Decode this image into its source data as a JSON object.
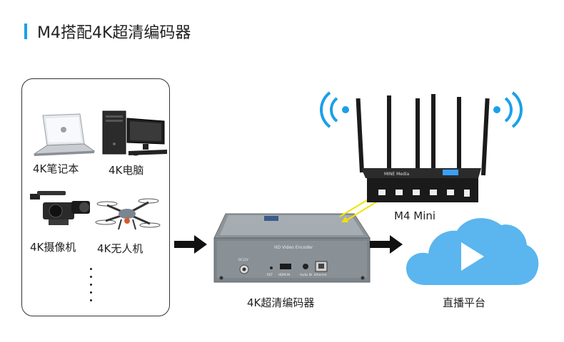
{
  "title": "M4搭配4K超清编码器",
  "sources": {
    "laptop": "4K笔记本",
    "desktop": "4K电脑",
    "camera": "4K摄像机",
    "drone": "4K无人机"
  },
  "router": {
    "label": "M4 Mini",
    "brand": "MINE Media"
  },
  "encoder": {
    "label": "4K超清编码器",
    "panel_title": "HD Video Encoder",
    "ports": [
      "DC12V",
      "RST",
      "HDMI IN",
      "Audio IN",
      "Ethernet"
    ]
  },
  "cloud": {
    "label": "直播平台"
  },
  "colors": {
    "accent": "#1aa0e8",
    "cloud": "#5bb5ee",
    "link": "#f2e200"
  }
}
